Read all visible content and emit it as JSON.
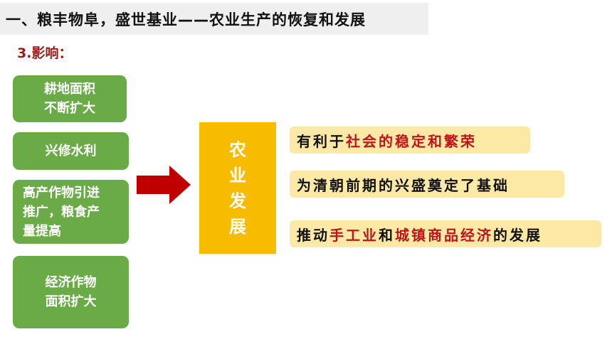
{
  "title": "一、粮丰物阜，盛世基业——农业生产的恢复和发展",
  "section_label": "3.影响：",
  "causes": [
    "耕地面积\n不断扩大",
    "兴修水利",
    "高产作物引进\n推广，粮食产\n量提高",
    "经济作物\n面积扩大"
  ],
  "center_label": "农\n业\n发\n展",
  "effects": [
    {
      "a": "有利于",
      "b": "社会的稳定和繁荣"
    },
    {
      "a": "为清朝前期的兴盛奠定了基础"
    },
    {
      "a": "推动",
      "b": "手工业",
      "c": "和",
      "d": "城镇商品经济",
      "e": "的发展"
    }
  ],
  "colors": {
    "green_box": "#6aab48",
    "yellow_box": "#f7bb00",
    "pill_bg": "#fde9a6",
    "arrow": "#c00000",
    "accent_red": "#c0141a",
    "section_red": "#9b1b1b"
  }
}
